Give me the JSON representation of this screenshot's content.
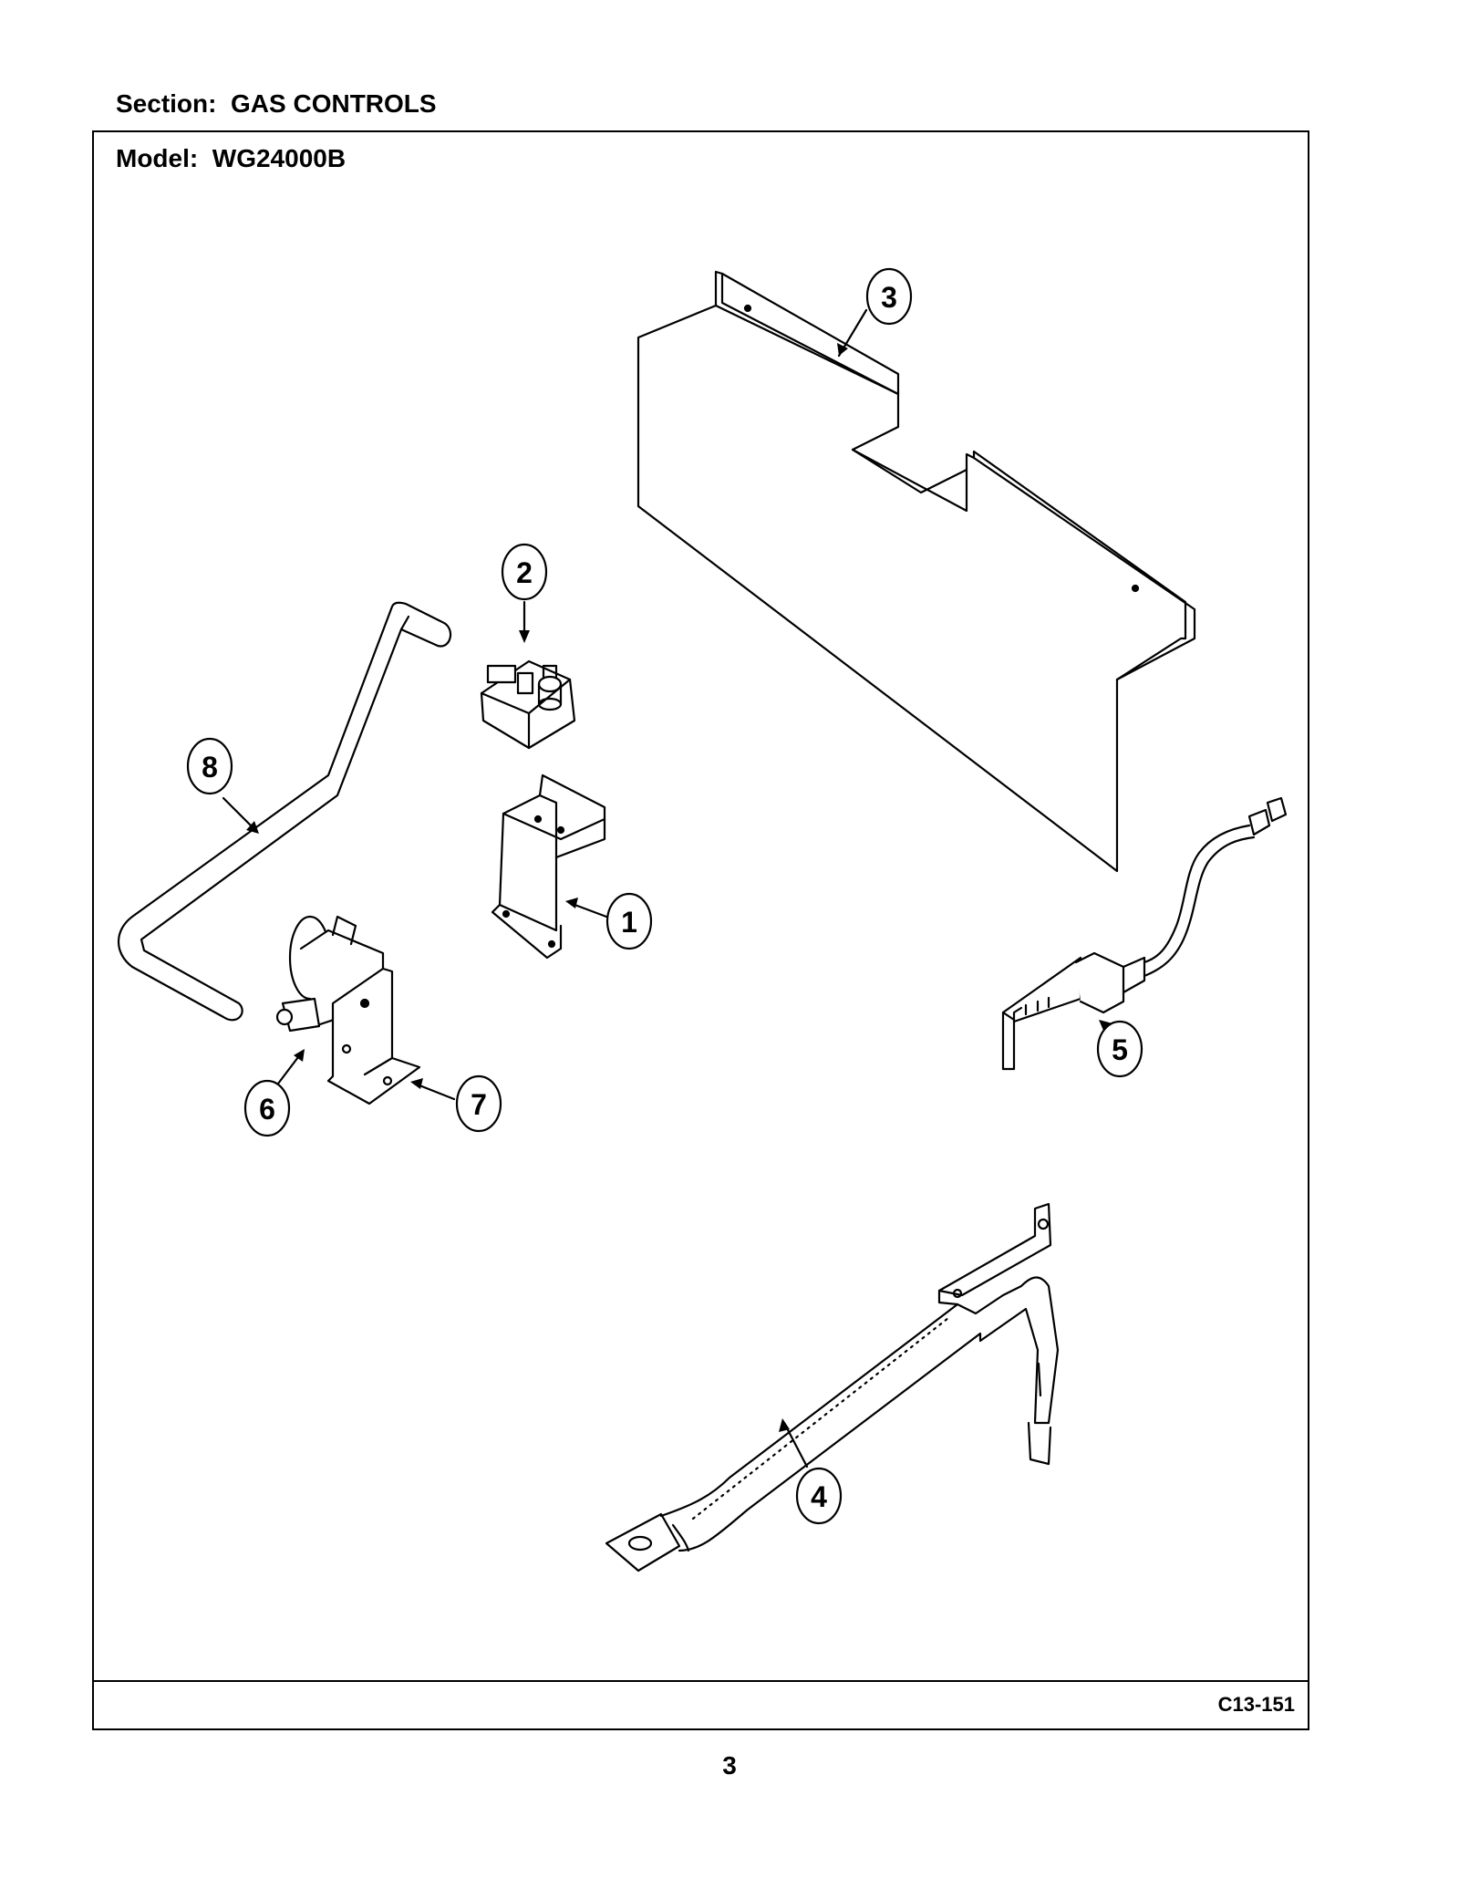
{
  "header": {
    "section": "Section:  GAS CONTROLS"
  },
  "frame": {
    "model": "Model:  WG24000B",
    "diagram_code": "C13-151"
  },
  "callouts": [
    "1",
    "2",
    "3",
    "4",
    "5",
    "6",
    "7",
    "8"
  ],
  "page_number": "3"
}
